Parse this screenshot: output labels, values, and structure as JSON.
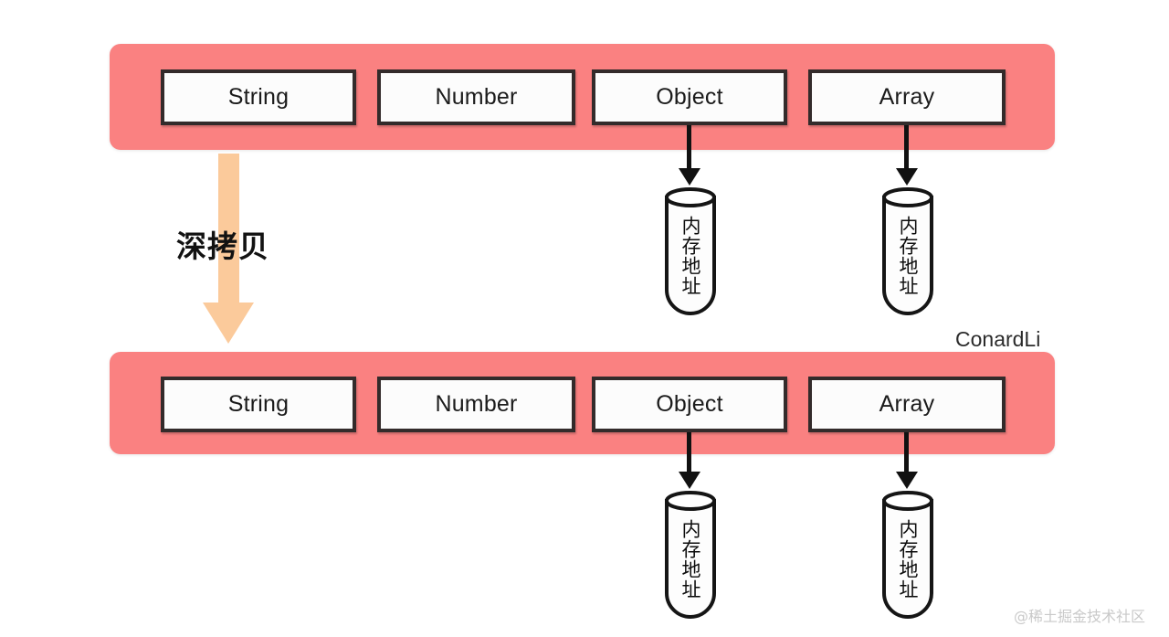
{
  "diagram": {
    "title": "深拷贝 (deep copy) memory diagram",
    "colors": {
      "container_pink": "#FA8181",
      "arrow_orange": "#FBCA9B",
      "box_border": "#332B2B",
      "box_fill": "#FCFCFC",
      "connector_black": "#111111"
    },
    "rows": [
      {
        "name": "source-object-row",
        "boxes": [
          {
            "label": "String",
            "has_pointer": false
          },
          {
            "label": "Number",
            "has_pointer": false
          },
          {
            "label": "Object",
            "has_pointer": true
          },
          {
            "label": "Array",
            "has_pointer": true
          }
        ]
      },
      {
        "name": "copied-object-row",
        "boxes": [
          {
            "label": "String",
            "has_pointer": false
          },
          {
            "label": "Number",
            "has_pointer": false
          },
          {
            "label": "Object",
            "has_pointer": true
          },
          {
            "label": "Array",
            "has_pointer": true
          }
        ]
      }
    ],
    "memory_cells": [
      {
        "label": "内存地址",
        "owner": "Object",
        "row": "source"
      },
      {
        "label": "内存地址",
        "owner": "Array",
        "row": "source"
      },
      {
        "label": "内存地址",
        "owner": "Object",
        "row": "copy"
      },
      {
        "label": "内存地址",
        "owner": "Array",
        "row": "copy"
      }
    ],
    "operation": {
      "label": "深拷贝",
      "direction": "down"
    },
    "watermarks": {
      "author": "ConardLi",
      "site": "@稀土掘金技术社区"
    }
  }
}
